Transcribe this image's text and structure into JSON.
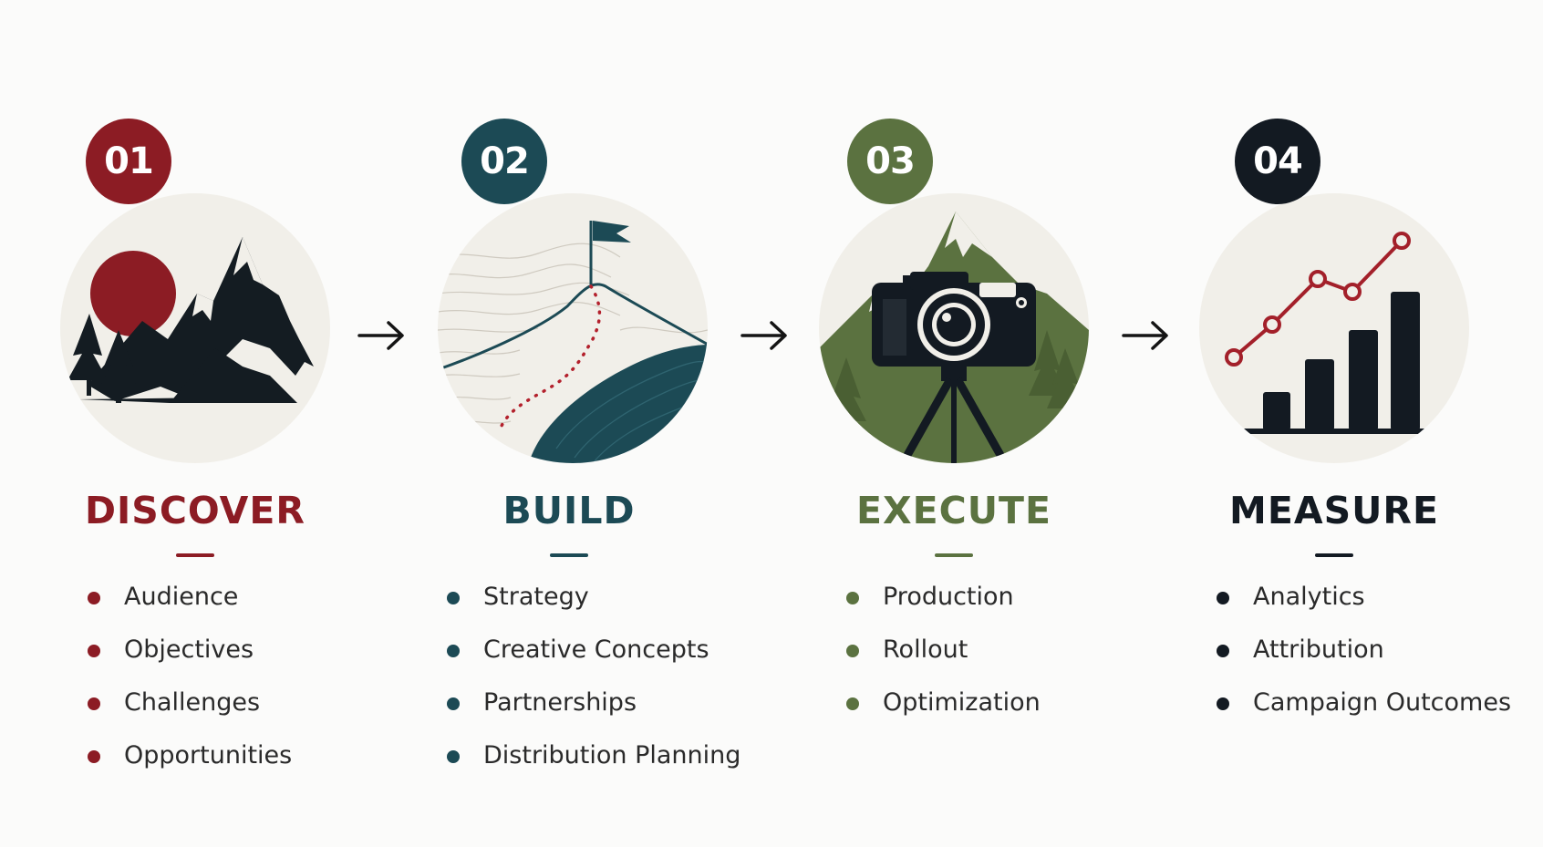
{
  "steps": [
    {
      "number": "01",
      "title": "DISCOVER",
      "color": "#8c1c24",
      "icon": "mountain-sun-icon",
      "items": [
        "Audience",
        "Objectives",
        "Challenges",
        "Opportunities"
      ]
    },
    {
      "number": "02",
      "title": "BUILD",
      "color": "#1c4a55",
      "icon": "summit-flag-trail-icon",
      "items": [
        "Strategy",
        "Creative Concepts",
        "Partnerships",
        "Distribution Planning"
      ]
    },
    {
      "number": "03",
      "title": "EXECUTE",
      "color": "#5b7240",
      "icon": "camera-tripod-mountain-icon",
      "items": [
        "Production",
        "Rollout",
        "Optimization"
      ]
    },
    {
      "number": "04",
      "title": "MEASURE",
      "color": "#131a22",
      "icon": "bar-chart-trend-icon",
      "items": [
        "Analytics",
        "Attribution",
        "Campaign Outcomes"
      ]
    }
  ],
  "arrow_icon": "arrow-right-icon"
}
